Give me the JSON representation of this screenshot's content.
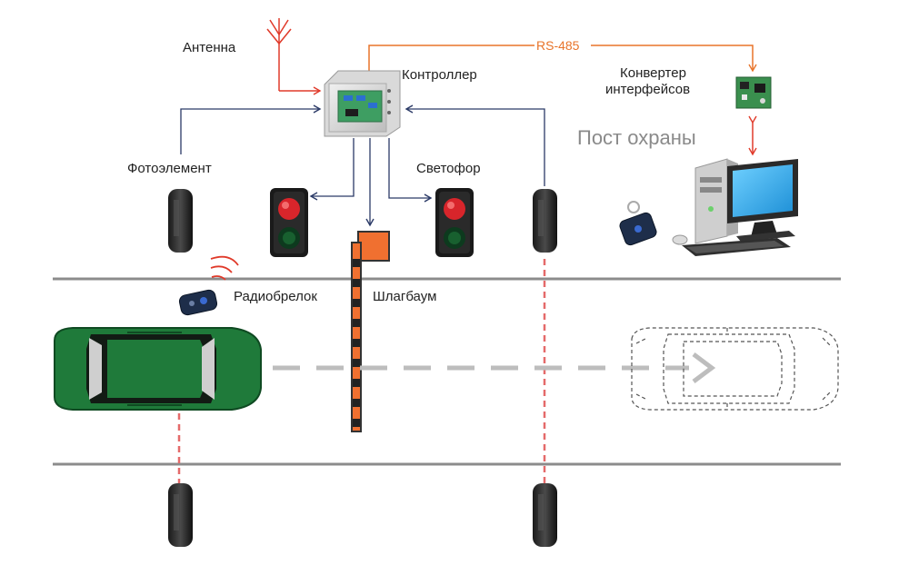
{
  "labels": {
    "antenna": "Антенна",
    "controller": "Контроллер",
    "rs485": "RS-485",
    "converter_line1": "Конвертер",
    "converter_line2": "интерфейсов",
    "guard_post": "Пост охраны",
    "photocell": "Фотоэлемент",
    "traffic_light": "Светофор",
    "radio_keyfob": "Радиобрелок",
    "barrier": "Шлагбаум"
  },
  "colors": {
    "signal_line": "#2b3a67",
    "antenna_line": "#e03a2a",
    "rs485_line": "#e8742a",
    "barrier": "#f07030",
    "car": "#1f7a3a",
    "beam": "#e56a6a",
    "road_line": "#8c8c8c"
  }
}
